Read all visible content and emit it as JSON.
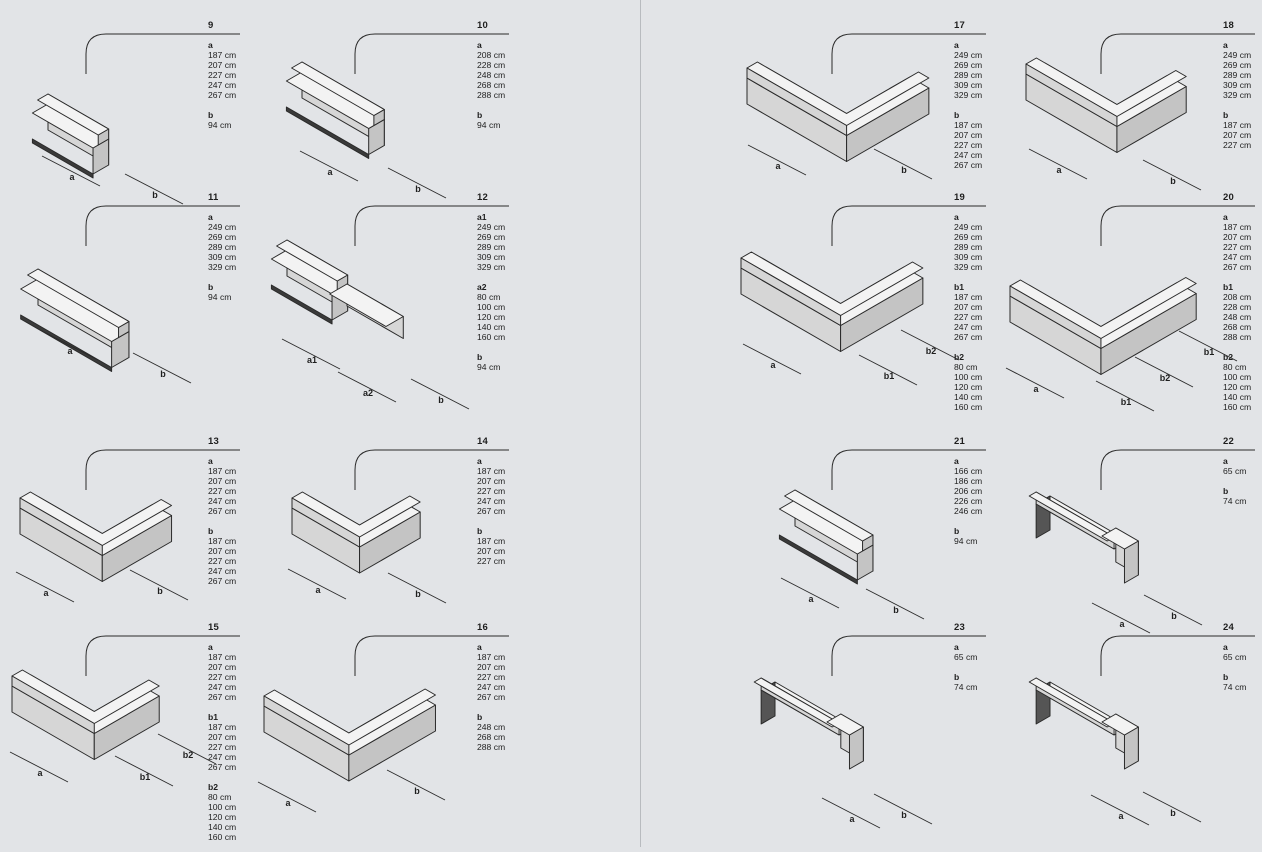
{
  "colors": {
    "background": "#e2e4e7",
    "line": "#2a2a2a",
    "top": "#f3f3f3",
    "side": "#c4c4c4",
    "front": "#d6d6d6"
  },
  "items": [
    {
      "num": "9",
      "groups": [
        {
          "key": "a",
          "values": [
            "187 cm",
            "207 cm",
            "227 cm",
            "247 cm",
            "267 cm"
          ]
        },
        {
          "key": "b",
          "values": [
            "94 cm"
          ]
        }
      ],
      "labels": [
        "a",
        "b"
      ]
    },
    {
      "num": "10",
      "groups": [
        {
          "key": "a",
          "values": [
            "208 cm",
            "228 cm",
            "248 cm",
            "268 cm",
            "288 cm"
          ]
        },
        {
          "key": "b",
          "values": [
            "94 cm"
          ]
        }
      ],
      "labels": [
        "a",
        "b"
      ]
    },
    {
      "num": "11",
      "groups": [
        {
          "key": "a",
          "values": [
            "249 cm",
            "269 cm",
            "289 cm",
            "309 cm",
            "329 cm"
          ]
        },
        {
          "key": "b",
          "values": [
            "94 cm"
          ]
        }
      ],
      "labels": [
        "a",
        "b"
      ]
    },
    {
      "num": "12",
      "groups": [
        {
          "key": "a1",
          "values": [
            "249 cm",
            "269 cm",
            "289 cm",
            "309 cm",
            "329 cm"
          ]
        },
        {
          "key": "a2",
          "values": [
            "80 cm",
            "100 cm",
            "120 cm",
            "140 cm",
            "160 cm"
          ]
        },
        {
          "key": "b",
          "values": [
            "94 cm"
          ]
        }
      ],
      "labels": [
        "a1",
        "a2",
        "b"
      ]
    },
    {
      "num": "13",
      "groups": [
        {
          "key": "a",
          "values": [
            "187 cm",
            "207 cm",
            "227 cm",
            "247 cm",
            "267 cm"
          ]
        },
        {
          "key": "b",
          "values": [
            "187 cm",
            "207 cm",
            "227 cm",
            "247 cm",
            "267 cm"
          ]
        }
      ],
      "labels": [
        "a",
        "b"
      ]
    },
    {
      "num": "14",
      "groups": [
        {
          "key": "a",
          "values": [
            "187 cm",
            "207 cm",
            "227 cm",
            "247 cm",
            "267 cm"
          ]
        },
        {
          "key": "b",
          "values": [
            "187 cm",
            "207 cm",
            "227 cm"
          ]
        }
      ],
      "labels": [
        "a",
        "b"
      ]
    },
    {
      "num": "15",
      "groups": [
        {
          "key": "a",
          "values": [
            "187 cm",
            "207 cm",
            "227 cm",
            "247 cm",
            "267 cm"
          ]
        },
        {
          "key": "b1",
          "values": [
            "187 cm",
            "207 cm",
            "227 cm",
            "247 cm",
            "267 cm"
          ]
        },
        {
          "key": "b2",
          "values": [
            "80 cm",
            "100 cm",
            "120 cm",
            "140 cm",
            "160 cm"
          ]
        }
      ],
      "labels": [
        "a",
        "b1",
        "b2"
      ]
    },
    {
      "num": "16",
      "groups": [
        {
          "key": "a",
          "values": [
            "187 cm",
            "207 cm",
            "227 cm",
            "247 cm",
            "267 cm"
          ]
        },
        {
          "key": "b",
          "values": [
            "248 cm",
            "268 cm",
            "288 cm"
          ]
        }
      ],
      "labels": [
        "a",
        "b"
      ]
    },
    {
      "num": "17",
      "groups": [
        {
          "key": "a",
          "values": [
            "249 cm",
            "269 cm",
            "289 cm",
            "309 cm",
            "329 cm"
          ]
        },
        {
          "key": "b",
          "values": [
            "187 cm",
            "207 cm",
            "227 cm",
            "247 cm",
            "267 cm"
          ]
        }
      ],
      "labels": [
        "a",
        "b"
      ]
    },
    {
      "num": "18",
      "groups": [
        {
          "key": "a",
          "values": [
            "249 cm",
            "269 cm",
            "289 cm",
            "309 cm",
            "329 cm"
          ]
        },
        {
          "key": "b",
          "values": [
            "187 cm",
            "207 cm",
            "227 cm"
          ]
        }
      ],
      "labels": [
        "a",
        "b"
      ]
    },
    {
      "num": "19",
      "groups": [
        {
          "key": "a",
          "values": [
            "249 cm",
            "269 cm",
            "289 cm",
            "309 cm",
            "329 cm"
          ]
        },
        {
          "key": "b1",
          "values": [
            "187 cm",
            "207 cm",
            "227 cm",
            "247 cm",
            "267 cm"
          ]
        },
        {
          "key": "b2",
          "values": [
            "80 cm",
            "100 cm",
            "120 cm",
            "140 cm",
            "160 cm"
          ]
        }
      ],
      "labels": [
        "a",
        "b1",
        "b2"
      ]
    },
    {
      "num": "20",
      "groups": [
        {
          "key": "a",
          "values": [
            "187 cm",
            "207 cm",
            "227 cm",
            "247 cm",
            "267 cm"
          ]
        },
        {
          "key": "b1",
          "values": [
            "208 cm",
            "228 cm",
            "248 cm",
            "268 cm",
            "288 cm"
          ]
        },
        {
          "key": "b2",
          "values": [
            "80 cm",
            "100 cm",
            "120 cm",
            "140 cm",
            "160 cm"
          ]
        }
      ],
      "labels": [
        "a",
        "b1",
        "b2",
        "b1"
      ]
    },
    {
      "num": "21",
      "groups": [
        {
          "key": "a",
          "values": [
            "166 cm",
            "186 cm",
            "206 cm",
            "226 cm",
            "246 cm"
          ]
        },
        {
          "key": "b",
          "values": [
            "94 cm"
          ]
        }
      ],
      "labels": [
        "a",
        "b"
      ]
    },
    {
      "num": "22",
      "groups": [
        {
          "key": "a",
          "values": [
            "65 cm"
          ]
        },
        {
          "key": "b",
          "values": [
            "74 cm"
          ]
        }
      ],
      "labels": [
        "a",
        "b"
      ]
    },
    {
      "num": "23",
      "groups": [
        {
          "key": "a",
          "values": [
            "65 cm"
          ]
        },
        {
          "key": "b",
          "values": [
            "74 cm"
          ]
        }
      ],
      "labels": [
        "a",
        "b"
      ]
    },
    {
      "num": "24",
      "groups": [
        {
          "key": "a",
          "values": [
            "65 cm"
          ]
        },
        {
          "key": "b",
          "values": [
            "74 cm"
          ]
        }
      ],
      "labels": [
        "a",
        "b"
      ]
    }
  ]
}
